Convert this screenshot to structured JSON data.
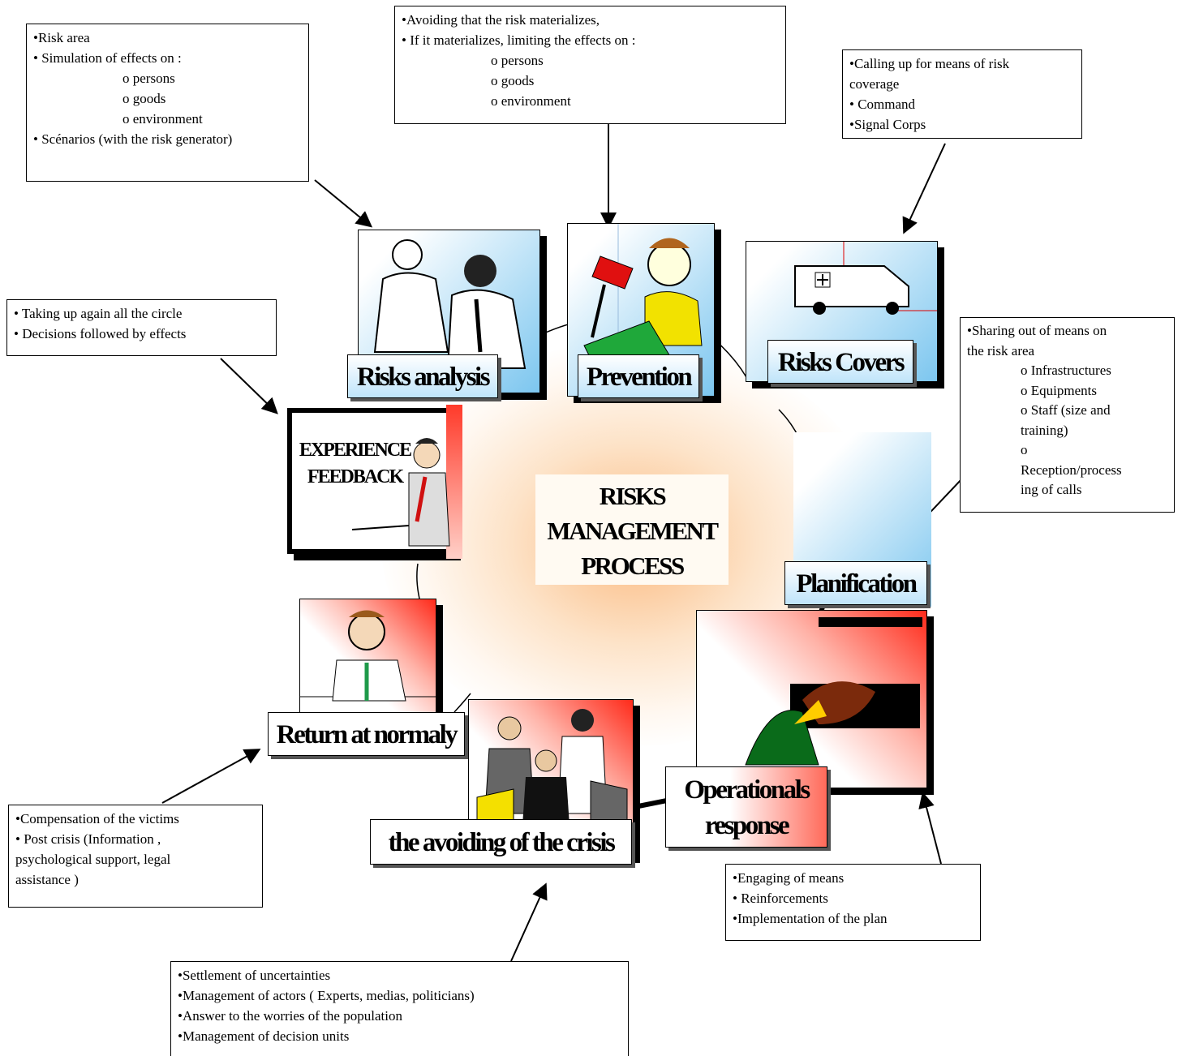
{
  "center": {
    "lines": [
      "RISKS",
      "MANAGEMENT",
      "PROCESS"
    ]
  },
  "stages": {
    "risks_analysis": "Risks analysis",
    "prevention": "Prevention",
    "risks_covers": "Risks Covers",
    "planification": "Planification",
    "operationals_response": [
      "Operationals",
      "response"
    ],
    "avoiding_crisis": "the avoiding of the crisis",
    "return_normaly": "Return at normaly",
    "experience_feedback": [
      "EXPERIENCE",
      "FEEDBACK"
    ]
  },
  "notes": {
    "risk_area": [
      "•Risk area",
      "• Simulation of effects on :",
      "o persons",
      "o goods",
      "o environment",
      "• Scénarios (with the risk generator)"
    ],
    "prevention": [
      "•Avoiding that the risk materializes,",
      "• If it materializes, limiting the effects on :",
      "o persons",
      "o goods",
      "o environment"
    ],
    "coverage": [
      "•Calling up for means of risk",
      "coverage",
      "• Command",
      "•Signal Corps"
    ],
    "sharing": [
      "•Sharing out of means on",
      "the risk area",
      "o Infrastructures",
      "o Equipments",
      "o Staff (size and",
      "training)",
      "o",
      "Reception/process",
      "ing of calls"
    ],
    "circle": [
      "• Taking up again all the circle",
      "• Decisions followed by effects"
    ],
    "compensation": [
      "•Compensation of the victims",
      "• Post crisis (Information ,",
      "psychological support, legal",
      "assistance )"
    ],
    "engaging": [
      "•Engaging of means",
      "• Reinforcements",
      "•Implementation of the plan"
    ],
    "settlement": [
      "•Settlement of uncertainties",
      "•Management of  actors ( Experts, medias, politicians)",
      "•Answer to the worries of the population",
      "•Management of decision units"
    ]
  },
  "colors": {
    "sky": "#7cc6ef",
    "alarm_red": "#ff2a1a",
    "glow": "#fbb97f"
  }
}
